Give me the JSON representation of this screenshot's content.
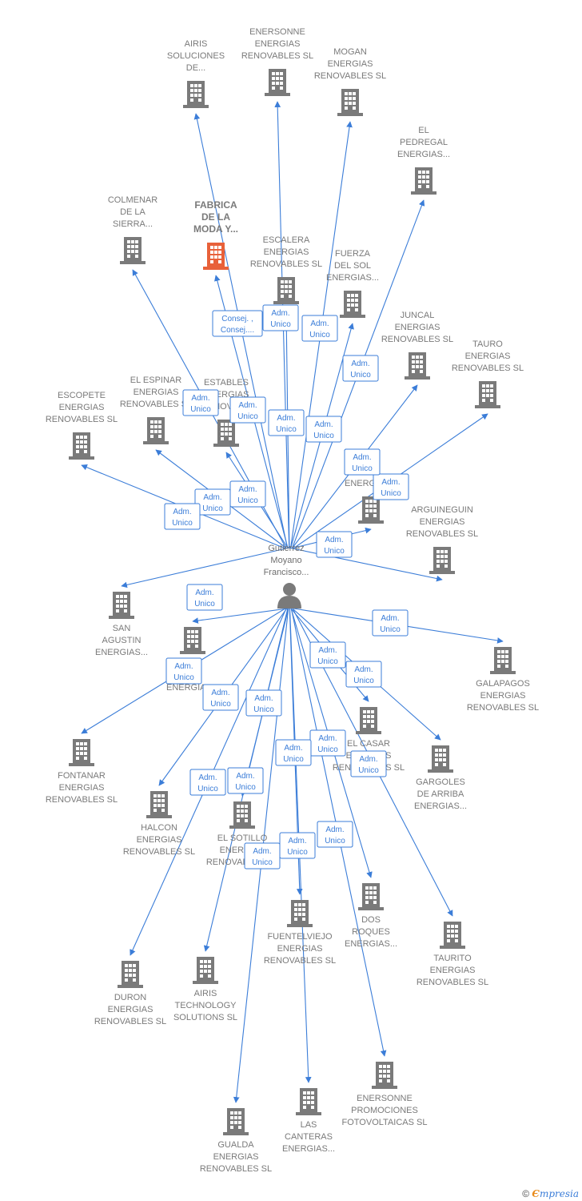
{
  "colors": {
    "edge": "#3b7dd8",
    "building": "#7a7a7a",
    "building_highlight": "#e8613a",
    "label": "#7a7a7a"
  },
  "person": {
    "lines": [
      "Gutierrez",
      "Moyano",
      "Francisco..."
    ],
    "icon": "person-icon"
  },
  "companies": [
    {
      "id": "airis-soluciones",
      "lines": [
        "AIRIS",
        "SOLUCIONES",
        "DE..."
      ]
    },
    {
      "id": "enersonne-energias",
      "lines": [
        "ENERSONNE",
        "ENERGIAS",
        "RENOVABLES SL"
      ]
    },
    {
      "id": "mogan",
      "lines": [
        "MOGAN",
        "ENERGIAS",
        "RENOVABLES SL"
      ]
    },
    {
      "id": "el-pedregal",
      "lines": [
        "EL",
        "PEDREGAL",
        "ENERGIAS..."
      ]
    },
    {
      "id": "colmenar",
      "lines": [
        "COLMENAR",
        "DE LA",
        "SIERRA..."
      ]
    },
    {
      "id": "fabrica-moda",
      "lines": [
        "FABRICA",
        "DE LA",
        "MODA Y..."
      ],
      "highlight": true
    },
    {
      "id": "escalera",
      "lines": [
        "ESCALERA",
        "ENERGIAS",
        "RENOVABLES SL"
      ]
    },
    {
      "id": "fuerza-sol",
      "lines": [
        "FUERZA",
        "DEL SOL",
        "ENERGIAS..."
      ]
    },
    {
      "id": "juncal",
      "lines": [
        "JUNCAL",
        "ENERGIAS",
        "RENOVABLES SL"
      ]
    },
    {
      "id": "tauro",
      "lines": [
        "TAURO",
        "ENERGIAS",
        "RENOVABLES SL"
      ]
    },
    {
      "id": "el-espinar",
      "lines": [
        "EL ESPINAR",
        "ENERGIAS",
        "RENOVABLES SL"
      ]
    },
    {
      "id": "estables",
      "lines": [
        "ESTABLES",
        "ENERGIAS",
        "RENOVAB..."
      ]
    },
    {
      "id": "escopete",
      "lines": [
        "ESCOPETE",
        "ENERGIAS",
        "RENOVABLES SL"
      ]
    },
    {
      "id": "la-energias",
      "lines": [
        "...A",
        "...A",
        "ENERGIAS..."
      ]
    },
    {
      "id": "arguineguin",
      "lines": [
        "ARGUINEGUIN",
        "ENERGIAS",
        "RENOVABLES SL"
      ]
    },
    {
      "id": "san-agustin",
      "lines": [
        "SAN",
        "AGUSTIN",
        "ENERGIAS..."
      ]
    },
    {
      "id": "la-z-energias",
      "lines": [
        "...A",
        "...Z",
        "ENERGIAS..."
      ]
    },
    {
      "id": "galapagos",
      "lines": [
        "GALAPAGOS",
        "ENERGIAS",
        "RENOVABLES SL"
      ]
    },
    {
      "id": "fontanar",
      "lines": [
        "FONTANAR",
        "ENERGIAS",
        "RENOVABLES SL"
      ]
    },
    {
      "id": "el-casar",
      "lines": [
        "EL CASAR",
        "ENERGIAS",
        "RENOVABLES SL"
      ]
    },
    {
      "id": "gargoles",
      "lines": [
        "GARGOLES",
        "DE ARRIBA",
        "ENERGIAS..."
      ]
    },
    {
      "id": "halcon",
      "lines": [
        "HALCON",
        "ENERGIAS",
        "RENOVABLES SL"
      ]
    },
    {
      "id": "el-sotillo",
      "lines": [
        "EL SOTILLO",
        "ENERGIAS",
        "RENOVABLES SL"
      ]
    },
    {
      "id": "fuentelviejo",
      "lines": [
        "FUENTELVIEJO",
        "ENERGIAS",
        "RENOVABLES SL"
      ]
    },
    {
      "id": "dos-roques",
      "lines": [
        "DOS",
        "ROQUES",
        "ENERGIAS..."
      ]
    },
    {
      "id": "taurito",
      "lines": [
        "TAURITO",
        "ENERGIAS",
        "RENOVABLES SL"
      ]
    },
    {
      "id": "duron",
      "lines": [
        "DURON",
        "ENERGIAS",
        "RENOVABLES SL"
      ]
    },
    {
      "id": "airis-technology",
      "lines": [
        "AIRIS",
        "TECHNOLOGY",
        "SOLUTIONS SL"
      ]
    },
    {
      "id": "enersonne-promociones",
      "lines": [
        "ENERSONNE",
        "PROMOCIONES",
        "FOTOVOLTAICAS SL"
      ]
    },
    {
      "id": "las-canteras",
      "lines": [
        "LAS",
        "CANTERAS",
        "ENERGIAS..."
      ]
    },
    {
      "id": "gualda",
      "lines": [
        "GUALDA",
        "ENERGIAS",
        "RENOVABLES SL"
      ]
    }
  ],
  "relations": [
    {
      "to": "airis-soluciones",
      "lines": [
        "Adm.",
        "Unico"
      ]
    },
    {
      "to": "enersonne-energias",
      "lines": [
        "Adm.",
        "Unico"
      ]
    },
    {
      "to": "mogan",
      "lines": [
        "Adm.",
        "Unico"
      ]
    },
    {
      "to": "el-pedregal",
      "lines": [
        "Adm.",
        "Unico"
      ]
    },
    {
      "to": "colmenar",
      "lines": [
        "Adm.",
        "Unico"
      ]
    },
    {
      "to": "fabrica-moda",
      "lines": [
        "Consej. ,",
        "Consej...."
      ]
    },
    {
      "to": "escalera",
      "lines": [
        "Adm.",
        "Unico"
      ]
    },
    {
      "to": "fuerza-sol",
      "lines": [
        "Adm.",
        "Unico"
      ]
    },
    {
      "to": "juncal",
      "lines": [
        "Adm.",
        "Unico"
      ]
    },
    {
      "to": "tauro",
      "lines": [
        "Adm.",
        "Unico"
      ]
    },
    {
      "to": "el-espinar",
      "lines": [
        "Adm.",
        "Unico"
      ]
    },
    {
      "to": "estables",
      "lines": [
        "Adm.",
        "Unico"
      ]
    },
    {
      "to": "escopete",
      "lines": [
        "Adm.",
        "Unico"
      ]
    },
    {
      "to": "la-energias",
      "lines": [
        "Adm.",
        "Unico"
      ]
    },
    {
      "to": "arguineguin",
      "lines": [
        "Adm.",
        "Unico"
      ]
    },
    {
      "to": "san-agustin",
      "lines": [
        "Adm.",
        "Unico"
      ]
    },
    {
      "to": "la-z-energias",
      "lines": [
        "Adm.",
        "Unico"
      ]
    },
    {
      "to": "galapagos",
      "lines": [
        "Adm.",
        "Unico"
      ]
    },
    {
      "to": "fontanar",
      "lines": [
        "Adm.",
        "Unico"
      ]
    },
    {
      "to": "el-casar",
      "lines": [
        "Adm.",
        "Unico"
      ]
    },
    {
      "to": "gargoles",
      "lines": [
        "Adm.",
        "Unico"
      ]
    },
    {
      "to": "halcon",
      "lines": [
        "Adm.",
        "Unico"
      ]
    },
    {
      "to": "el-sotillo",
      "lines": [
        "Adm.",
        "Unico"
      ]
    },
    {
      "to": "fuentelviejo",
      "lines": [
        "Adm.",
        "Unico"
      ]
    },
    {
      "to": "dos-roques",
      "lines": [
        "Adm.",
        "Unico"
      ]
    },
    {
      "to": "taurito",
      "lines": [
        "Adm.",
        "Unico"
      ]
    },
    {
      "to": "duron",
      "lines": [
        "Adm.",
        "Unico"
      ]
    },
    {
      "to": "airis-technology",
      "lines": [
        "Adm.",
        "Unico"
      ]
    },
    {
      "to": "enersonne-promociones",
      "lines": [
        "Adm.",
        "Unico"
      ]
    },
    {
      "to": "las-canteras",
      "lines": [
        "Adm.",
        "Unico"
      ]
    },
    {
      "to": "gualda",
      "lines": [
        "Adm.",
        "Unico"
      ]
    },
    {
      "to": "airis-soluciones",
      "lines": [
        "Adm.",
        "Unico"
      ]
    },
    {
      "to": "enersonne-energias",
      "lines": [
        "Adm.",
        "Unico"
      ]
    },
    {
      "to": "mogan",
      "lines": [
        "Adm.",
        "Unico"
      ]
    }
  ],
  "brand": {
    "copyright": "©",
    "e": "Є",
    "rest": "mpresia"
  }
}
